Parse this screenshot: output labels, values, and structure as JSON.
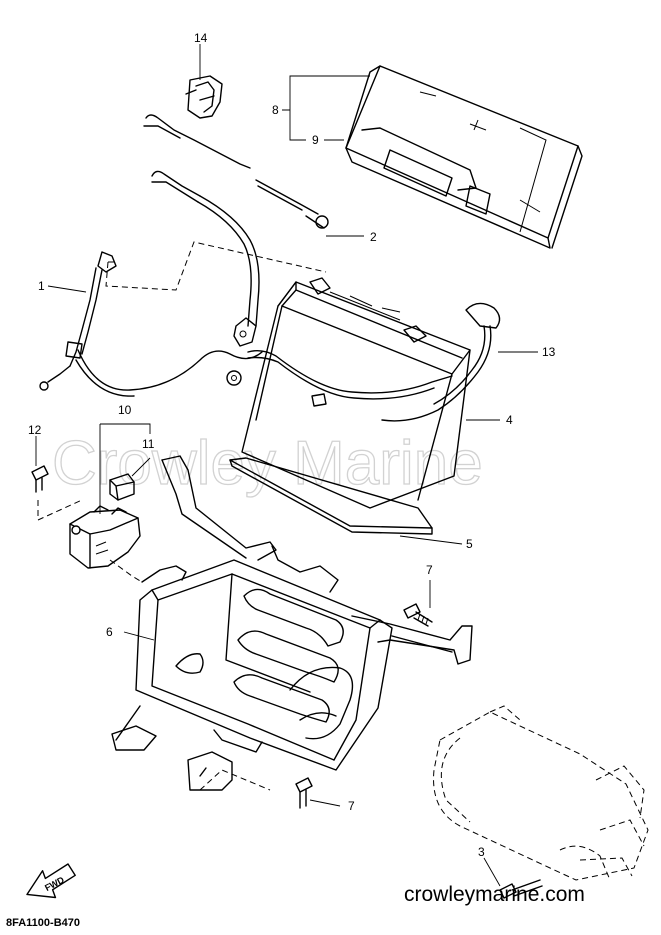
{
  "watermark": "Crowley Marine",
  "website": "crowleymarine.com",
  "diagram_code": "8FA1100-B470",
  "direction_arrow": {
    "label": "FWD",
    "icon": "forward-arrow-icon"
  },
  "callouts": [
    {
      "id": "1",
      "label": "1"
    },
    {
      "id": "2",
      "label": "2"
    },
    {
      "id": "3",
      "label": "3"
    },
    {
      "id": "4",
      "label": "4"
    },
    {
      "id": "5",
      "label": "5"
    },
    {
      "id": "6",
      "label": "6"
    },
    {
      "id": "7a",
      "label": "7"
    },
    {
      "id": "7b",
      "label": "7"
    },
    {
      "id": "8",
      "label": "8"
    },
    {
      "id": "9",
      "label": "9"
    },
    {
      "id": "10",
      "label": "10"
    },
    {
      "id": "11",
      "label": "11"
    },
    {
      "id": "12",
      "label": "12"
    },
    {
      "id": "13",
      "label": "13"
    },
    {
      "id": "14",
      "label": "14"
    }
  ]
}
